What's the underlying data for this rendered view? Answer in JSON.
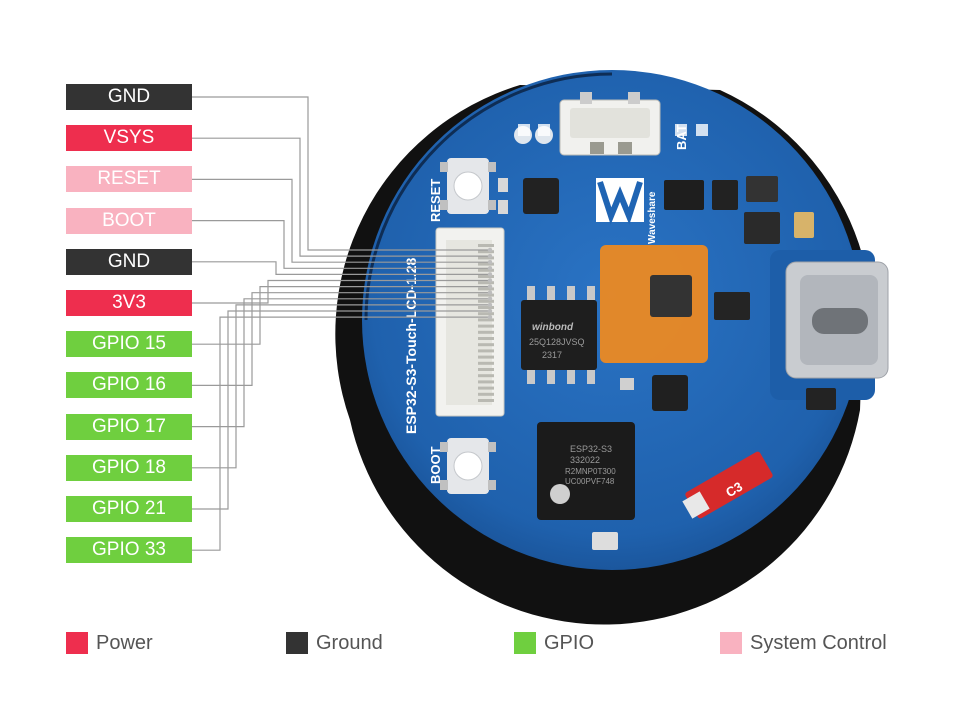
{
  "colors": {
    "power": "#ee2e4e",
    "ground": "#333333",
    "gpio": "#6fcf3f",
    "system": "#f9b2c0",
    "wire": "#9a9a9a",
    "pcb": "#1f64b3",
    "pcb_edge": "#153f79"
  },
  "pins": [
    {
      "label": "GND",
      "type": "ground"
    },
    {
      "label": "VSYS",
      "type": "power"
    },
    {
      "label": "RESET",
      "type": "system"
    },
    {
      "label": "BOOT",
      "type": "system"
    },
    {
      "label": "GND",
      "type": "ground"
    },
    {
      "label": "3V3",
      "type": "power"
    },
    {
      "label": "GPIO 15",
      "type": "gpio"
    },
    {
      "label": "GPIO 16",
      "type": "gpio"
    },
    {
      "label": "GPIO 17",
      "type": "gpio"
    },
    {
      "label": "GPIO 18",
      "type": "gpio"
    },
    {
      "label": "GPIO 21",
      "type": "gpio"
    },
    {
      "label": "GPIO 33",
      "type": "gpio"
    }
  ],
  "legend": [
    {
      "label": "Power",
      "type": "power"
    },
    {
      "label": "Ground",
      "type": "ground"
    },
    {
      "label": "GPIO",
      "type": "gpio"
    },
    {
      "label": "System Control",
      "type": "system"
    }
  ],
  "board": {
    "name": "ESP32-S3-Touch-LCD-1.28",
    "reset_label": "RESET",
    "boot_label": "BOOT",
    "bat_label": "BAT",
    "brand": "Waveshare",
    "flash_chip": [
      "winbond",
      "25Q128JVSQ",
      "2317"
    ],
    "mcu_chip": [
      "ESP32-S3",
      "332022",
      "R2MNP0T300",
      "UC00PVF748"
    ],
    "antenna_label": "C3"
  }
}
